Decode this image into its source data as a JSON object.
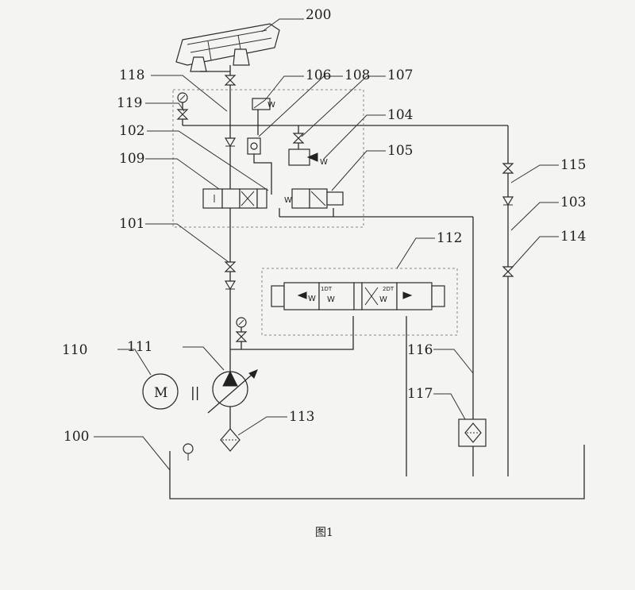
{
  "figure": {
    "caption": "图1",
    "labels": {
      "l200": "200",
      "l118": "118",
      "l106": "106",
      "l108": "108",
      "l107": "107",
      "l119": "119",
      "l104": "104",
      "l102": "102",
      "l109": "109",
      "l105": "105",
      "l115": "115",
      "l101": "101",
      "l112": "112",
      "l103": "103",
      "l114": "114",
      "l110": "110",
      "l111": "111",
      "l116": "116",
      "l117": "117",
      "l113": "113",
      "l100": "100"
    },
    "symbols": {
      "motor": "M",
      "coupling": "||",
      "spring": "W",
      "solenoid_1": "1DT",
      "solenoid_2": "2DT"
    }
  }
}
